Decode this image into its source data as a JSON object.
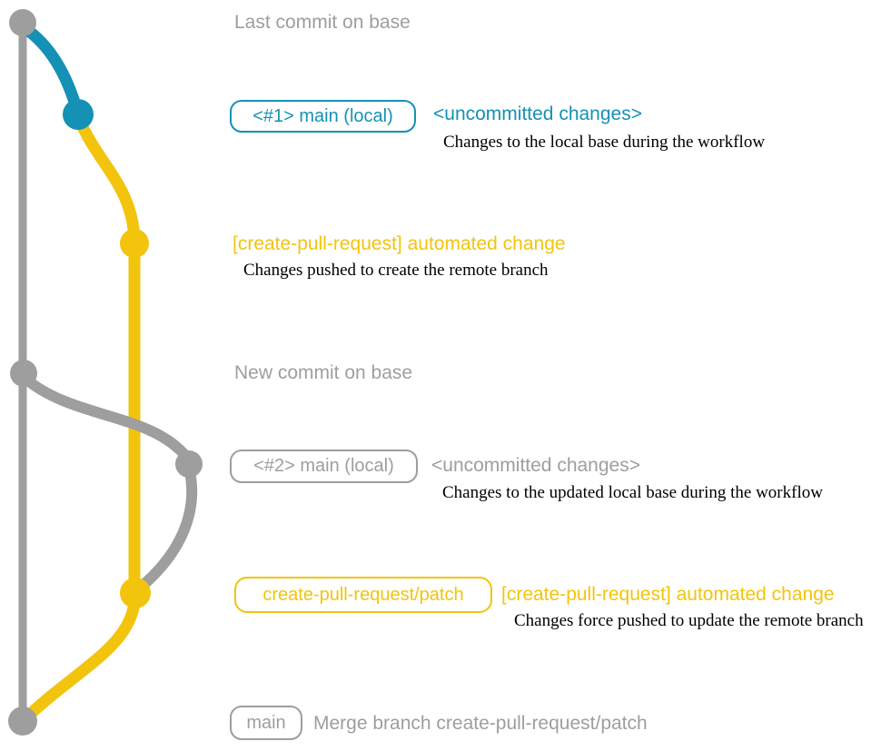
{
  "colors": {
    "gray": "#9e9e9e",
    "blue": "#1591b5",
    "yellow": "#f2c40d",
    "note_text": "#000000"
  },
  "graph": {
    "branches": [
      "base (gray)",
      "main local (blue/gray)",
      "create-pull-request/patch (yellow)"
    ],
    "commit_dots": 7
  },
  "rows": {
    "last_commit": {
      "label": "Last commit on base"
    },
    "row1": {
      "badge": "<#1> main (local)",
      "title": "<uncommitted changes>",
      "note": "Changes to the local base during the workflow"
    },
    "row2": {
      "title": "[create-pull-request] automated change",
      "note": "Changes pushed to create the remote branch"
    },
    "new_commit": {
      "label": "New commit on base"
    },
    "row3": {
      "badge": "<#2> main (local)",
      "title": "<uncommitted changes>",
      "note": "Changes to the updated local base during the workflow"
    },
    "row4": {
      "badge": "create-pull-request/patch",
      "title": "[create-pull-request] automated change",
      "note": "Changes force pushed to update the remote branch"
    },
    "row5": {
      "badge": "main",
      "label": "Merge branch create-pull-request/patch"
    }
  }
}
